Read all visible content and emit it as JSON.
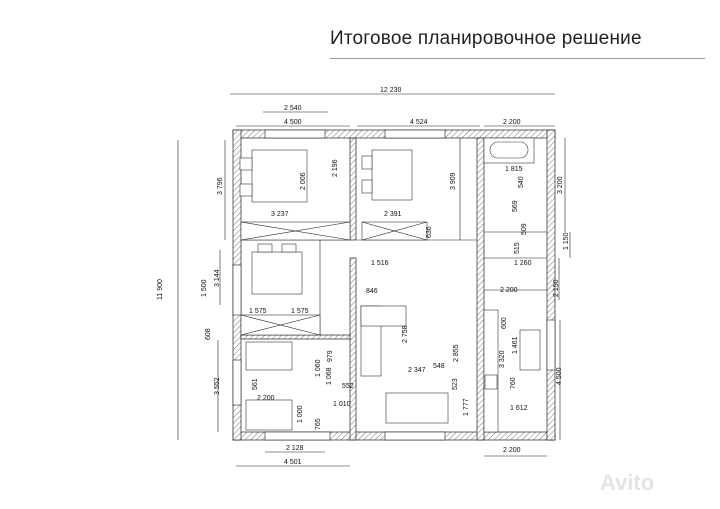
{
  "title": "Итоговое планировочное решение",
  "watermark": "Avito",
  "dims": {
    "total_width": "12 230",
    "top_window": "2 540",
    "top_left": "4 500",
    "top_mid": "4 524",
    "top_right": "2 200",
    "left_bed1": "3 796",
    "left_total": "11 900",
    "left_bed3": "3 144",
    "left_window": "1 500",
    "left_608": "608",
    "left_bottom": "3 552",
    "right_bath": "3 200",
    "right_wc": "1 150",
    "right_hall": "2 150",
    "right_kitchen": "4 500",
    "bottom_right": "2 200",
    "bottom_window": "2 128",
    "bottom_left": "4 501",
    "bed1_bed": "2 006",
    "bed1_wardrobe": "2 196",
    "bed1_width": "3 237",
    "bed2_width": "2 391",
    "bed2_height": "3 909",
    "bed2_636": "636",
    "hall_1516": "1 516",
    "bath_1815": "1 815",
    "bath_540": "540",
    "bath_569": "569",
    "wc_509": "509",
    "wc_515": "515",
    "wc_1260": "1 260",
    "bed3_a": "1 575",
    "bed3_b": "1 575",
    "living_846": "846",
    "living_2758": "2 758",
    "living_2855": "2 855",
    "dining_2347": "2 347",
    "dining_548": "548",
    "dining_523": "523",
    "dining_1777": "1 777",
    "kitchen_2200": "2 200",
    "kitchen_600": "600",
    "kitchen_1461": "1 461",
    "kitchen_3320": "3 320",
    "kitchen_760": "760",
    "kitchen_1612": "1 612",
    "br_979": "979",
    "br_1060": "1 060",
    "br_1068": "1 068",
    "br_552": "552",
    "br_561": "561",
    "br_2200": "2 200",
    "br_1010": "1 010",
    "br_1000": "1 000",
    "br_765": "765"
  }
}
